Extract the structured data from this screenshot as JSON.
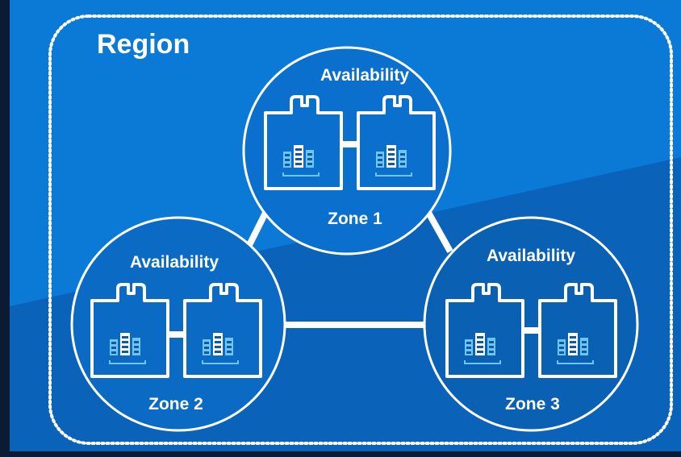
{
  "region": {
    "label": "Region"
  },
  "zones": [
    {
      "id": "zone-1",
      "top_label": "Availability",
      "bottom_label": "Zone 1"
    },
    {
      "id": "zone-2",
      "top_label": "Availability",
      "bottom_label": "Zone 2"
    },
    {
      "id": "zone-3",
      "top_label": "Availability",
      "bottom_label": "Zone 3"
    }
  ],
  "colors": {
    "frame": "#0a1b33",
    "background_light": "#0b7ad6",
    "background_dark": "#0a63b8",
    "foreground": "#ffffff",
    "server_tile": "#6fc6f4",
    "server_dark": "#0e5aa6"
  },
  "icons": [
    "datacenter-icon",
    "server-rack-icon",
    "connector-link"
  ]
}
